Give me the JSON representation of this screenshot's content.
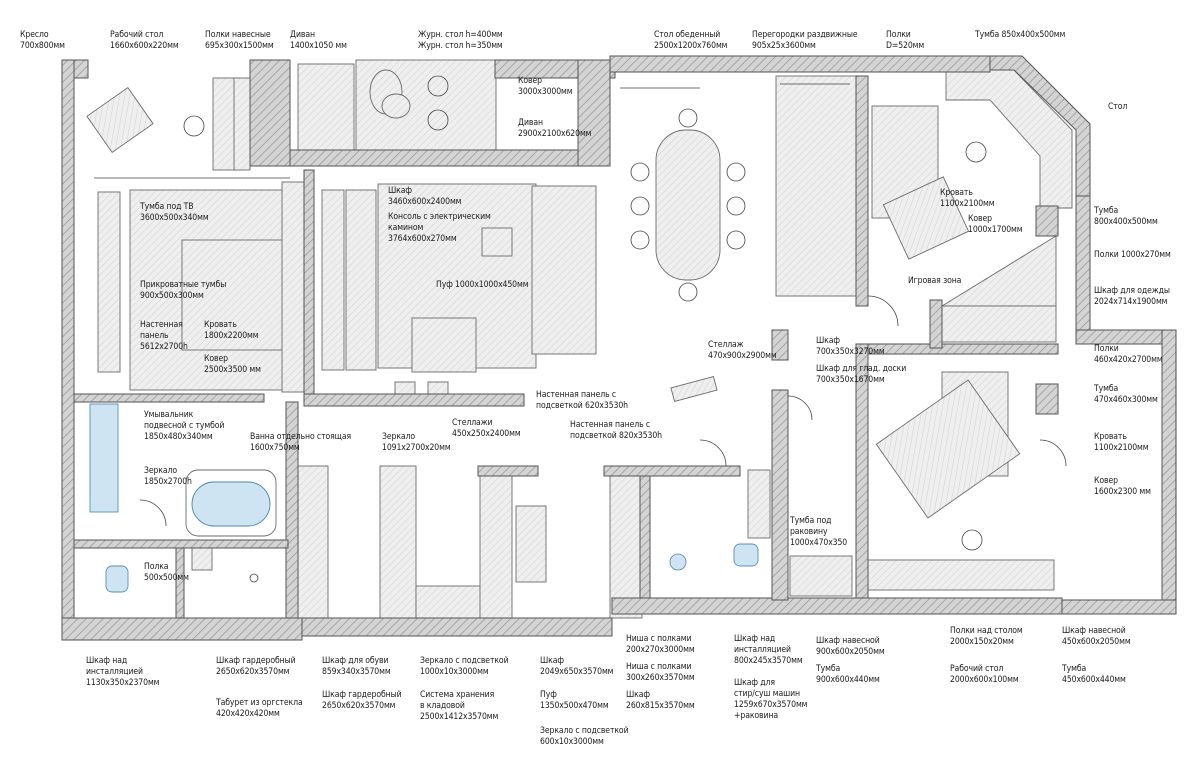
{
  "labels": [
    {
      "id": "kreslo",
      "text": "Кресло\n700х800мм"
    },
    {
      "id": "rab_stol_1",
      "text": "Рабочий стол\n1660х600х220мм"
    },
    {
      "id": "polki_navesnye_1",
      "text": "Полки навесные\n695х300х1500мм"
    },
    {
      "id": "divan_1",
      "text": "Диван\n1400х1050 мм"
    },
    {
      "id": "zhurn_stol",
      "text": "Журн. стол h=400мм\nЖурн. стол h=350мм"
    },
    {
      "id": "kover_3000",
      "text": "Ковер\n3000х3000мм"
    },
    {
      "id": "divan_2",
      "text": "Диван\n2900х2100х620мм"
    },
    {
      "id": "stol_obedenny",
      "text": "Стол обеденный\n2500х1200х760мм"
    },
    {
      "id": "peregorodki",
      "text": "Перегородки раздвижные\n905х25х3600мм"
    },
    {
      "id": "polki_d520",
      "text": "Полки\nD=520мм"
    },
    {
      "id": "tumba_850",
      "text": "Тумба 850х400х500мм"
    },
    {
      "id": "stol",
      "text": "Стол"
    },
    {
      "id": "tumba_tv",
      "text": "Тумба под ТВ\n3600х500х340мм"
    },
    {
      "id": "shkaf_3460",
      "text": "Шкаф\n3460х600х2400мм"
    },
    {
      "id": "konsol",
      "text": "Консоль с электрическим\nкамином\n3764х600х270мм"
    },
    {
      "id": "krovat_1100_a",
      "text": "Кровать\n1100х2100мм"
    },
    {
      "id": "kover_1000",
      "text": "Ковер\n1000х1700мм"
    },
    {
      "id": "tumba_800",
      "text": "Тумба\n800х400х500мм"
    },
    {
      "id": "polki_1000",
      "text": "Полки 1000х270мм"
    },
    {
      "id": "igrovaya",
      "text": "Игровая зона"
    },
    {
      "id": "shkaf_odezhdy",
      "text": "Шкаф для одежды\n2024х714х1900мм"
    },
    {
      "id": "prikrovatnye",
      "text": "Прикроватные тумбы\n900х500х300мм"
    },
    {
      "id": "puf_1000",
      "text": "Пуф 1000х1000х450мм"
    },
    {
      "id": "nastennaya_panel",
      "text": "Настенная\nпанель\n5612х2700h"
    },
    {
      "id": "krovat_1800",
      "text": "Кровать\n1800х2200мм"
    },
    {
      "id": "kover_2500",
      "text": "Ковер\n2500х3500 мм"
    },
    {
      "id": "stellazh_470",
      "text": "Стеллаж\n470х900х2900мм"
    },
    {
      "id": "shkaf_700",
      "text": "Шкаф\n700х350х3270мм"
    },
    {
      "id": "shkaf_glad",
      "text": "Шкаф для глад. доски\n700х350х1670мм"
    },
    {
      "id": "polki_460",
      "text": "Полки\n460х420х2700мм"
    },
    {
      "id": "tumba_470",
      "text": "Тумба\n470х460х300мм"
    },
    {
      "id": "umyvalnik",
      "text": "Умывальник\nподвесной с тумбой\n1850х480х340мм"
    },
    {
      "id": "vanna",
      "text": "Ванна отдельно стоящая\n1600х750мм"
    },
    {
      "id": "zerkalo_1850",
      "text": "Зеркало\n1850х2700h"
    },
    {
      "id": "nastennaya_620",
      "text": "Настенная панель с\nподсветкой 620х3530h"
    },
    {
      "id": "nastennaya_820",
      "text": "Настенная панель с\nподсветкой 820х3530h"
    },
    {
      "id": "zerkalo_1091",
      "text": "Зеркало\n1091х2700х20мм"
    },
    {
      "id": "stellazhi_450",
      "text": "Стеллажи\n450х250х2400мм"
    },
    {
      "id": "krovat_1100_b",
      "text": "Кровать\n1100х2100мм"
    },
    {
      "id": "kover_1600",
      "text": "Ковер\n1600х2300 мм"
    },
    {
      "id": "tumba_rakoviny",
      "text": "Тумба под\nраковину\n1000х470х350"
    },
    {
      "id": "polka_500",
      "text": "Полка\n500х500мм"
    },
    {
      "id": "shkaf_nad_inst_1",
      "text": "Шкаф над\nинсталляцией\n1130х350х2370мм"
    },
    {
      "id": "shkaf_garder_1",
      "text": "Шкаф гардеробный\n2650х620х3570мм"
    },
    {
      "id": "taburet",
      "text": "Табурет из оргстекла\n420х420х420мм"
    },
    {
      "id": "shkaf_obuvi",
      "text": "Шкаф для обуви\n859х340х3570мм"
    },
    {
      "id": "shkaf_garder_2",
      "text": "Шкаф гардеробный\n2650х620х3570мм"
    },
    {
      "id": "zerkalo_1000",
      "text": "Зеркало с подсветкой\n1000х10х3000мм"
    },
    {
      "id": "sistema",
      "text": "Система хранения\nв кладовой\n2500х1412х3570мм"
    },
    {
      "id": "shkaf_2049",
      "text": "Шкаф\n2049х650х3570мм"
    },
    {
      "id": "puf_1350",
      "text": "Пуф\n1350х500х470мм"
    },
    {
      "id": "zerkalo_600",
      "text": "Зеркало с подсветкой\n600х10х3000мм"
    },
    {
      "id": "nisha_200",
      "text": "Ниша с полками\n200х270х3000мм"
    },
    {
      "id": "nisha_300",
      "text": "Ниша с полками\n300х260х3570мм"
    },
    {
      "id": "shkaf_260",
      "text": "Шкаф\n260х815х3570мм"
    },
    {
      "id": "shkaf_nad_inst_2",
      "text": "Шкаф над\nинсталляцией\n800х245х3570мм"
    },
    {
      "id": "shkaf_stir",
      "text": "Шкаф для\nстир/суш машин\n1259х670х3570мм\n+раковина"
    },
    {
      "id": "shkaf_navesnoy_900",
      "text": "Шкаф навесной\n900х600х2050мм"
    },
    {
      "id": "tumba_900",
      "text": "Тумба\n900х600х440мм"
    },
    {
      "id": "polki_nad_stolom",
      "text": "Полки над столом\n2000х150х20мм"
    },
    {
      "id": "rab_stol_2",
      "text": "Рабочий стол\n2000х600х100мм"
    },
    {
      "id": "shkaf_navesnoy_450",
      "text": "Шкаф навесной\n450х600х2050мм"
    },
    {
      "id": "tumba_450",
      "text": "Тумба\n450х600х440мм"
    }
  ]
}
